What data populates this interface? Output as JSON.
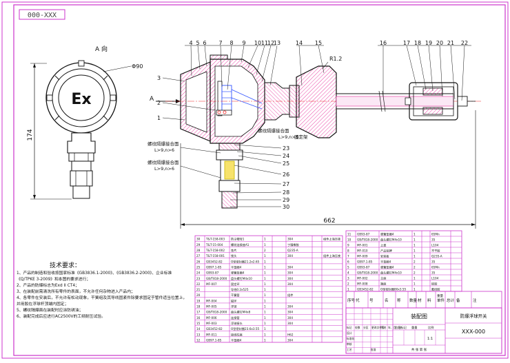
{
  "drawing_no_top": "000-XXX",
  "view_label": "A 向",
  "arrow_label": "A",
  "ex_mark": "Ex",
  "dims": {
    "diameter": "Φ90",
    "height": "174",
    "length": "662",
    "radius": "R1.2"
  },
  "callouts_top": [
    "4",
    "5",
    "6",
    "7",
    "8",
    "9",
    "10",
    "11",
    "12",
    "13",
    "14",
    "15",
    "16",
    "17",
    "18",
    "19",
    "20",
    "21",
    "22"
  ],
  "callouts_left": [
    "3",
    "2",
    "1"
  ],
  "callouts_bottom": [
    "23",
    "24",
    "25",
    "26",
    "27",
    "28",
    "29",
    "30"
  ],
  "notes_pipe": [
    "螺纹隔爆接合面",
    "L>9,n>6"
  ],
  "note_fixed": "固定架",
  "tech_req": {
    "title": "技术要求：",
    "items": [
      "1、产品的制造和验收按国家标准《GB3836.1-2000》、《GB3836.2-2000》、企业标准",
      "   《Q/TPKE 3-2009》和本图的要求进行；",
      "2、产品的防爆标志为Exd II CT4；",
      "3、在装配前需清洗所有零件的表面，不允许任何杂物进入产品内；",
      "4、各零件在安装后，不允许有松动现象，干簧组及其导线固紧件除要求固定于管件适当位置上，",
      "   并用胶在浮球杆顶端内固定；",
      "5、螺纹隔爆面在装配时应涂防锈油；",
      "6、装配完成后应进行AC2500V的工频耐压试验。"
    ]
  },
  "bom_left": [
    [
      "30",
      "T&T-158-003",
      "防尘帽母1",
      "1",
      "",
      "304",
      "",
      "组件上海压夜"
    ],
    [
      "29",
      "T&T-15-004",
      "螺纹连接座A1",
      "1",
      "",
      "丁腈橡胶",
      ""
    ],
    [
      "28",
      "T&T-158-002",
      "垫片",
      "2",
      "",
      "Q235-A",
      ""
    ],
    [
      "27",
      "T&T-158-001",
      "锁头",
      "1",
      "",
      "304",
      "",
      "组件上海压夜"
    ],
    [
      "26",
      "GB3452-82",
      "O型密封圈21.2x2.65",
      "1",
      "",
      "",
      ""
    ],
    [
      "25",
      "GB97.1-85",
      "平垫圈4",
      "1",
      "",
      "304",
      ""
    ],
    [
      "24",
      "GB93-87",
      "弹簧垫圈4",
      "1",
      "",
      "304",
      ""
    ],
    [
      "23",
      "GB/T818-2000",
      "盘头螺钉M4x10",
      "1",
      "",
      "304",
      ""
    ],
    [
      "22",
      "MF-007",
      "固定环",
      "1",
      "",
      "304",
      ""
    ],
    [
      "21",
      "",
      "导线0.2x525",
      "1",
      "",
      "",
      ""
    ],
    [
      "20",
      "",
      "干簧管",
      "1",
      "",
      "组件",
      ""
    ],
    [
      "19",
      "MF-004",
      "磁环",
      "1",
      "",
      "",
      ""
    ],
    [
      "18",
      "MF-005",
      "浮球",
      "1",
      "",
      "304",
      ""
    ],
    [
      "17",
      "GB/T818-2000",
      "盘头螺钉M4x8",
      "1",
      "",
      "304",
      ""
    ],
    [
      "16",
      "MF-006",
      "连接管",
      "1",
      "",
      "304",
      ""
    ],
    [
      "15",
      "MF-003",
      "浮球接头",
      "1",
      "",
      "304",
      ""
    ],
    [
      "14",
      "GB3452-82",
      "O型密封圈23.6x3.55",
      "1",
      "",
      "",
      ""
    ],
    [
      "13",
      "MF-011",
      "接线柱座",
      "1",
      "",
      "H62",
      ""
    ],
    [
      "12",
      "GB97.1-85",
      "平垫圈4",
      "1",
      "",
      "304",
      ""
    ]
  ],
  "bom_right": [
    [
      "11",
      "GB93-87",
      "弹簧垫圈4",
      "1",
      "",
      "65Mn",
      ""
    ],
    [
      "10",
      "GB/T818-2000",
      "盘头螺钉M4x10",
      "1",
      "",
      "35",
      ""
    ],
    [
      "9",
      "MF-001",
      "上盖",
      "1",
      "",
      "L104",
      ""
    ],
    [
      "8",
      "MF-010",
      "产品铭牌",
      "1",
      "",
      "不干胶",
      ""
    ],
    [
      "7",
      "MF-009",
      "安装板",
      "1",
      "",
      "Q235-A",
      ""
    ],
    [
      "6",
      "GB97.1-85",
      "平垫圈4",
      "2",
      "",
      "35",
      ""
    ],
    [
      "5",
      "GB93-87",
      "弹簧垫圈4",
      "2",
      "",
      "65Mn",
      ""
    ],
    [
      "4",
      "GB/T818-2000",
      "盘头螺钉M4x10",
      "2",
      "",
      "35",
      ""
    ],
    [
      "3",
      "MF-002",
      "主座",
      "1",
      "",
      "L104",
      ""
    ],
    [
      "2",
      "MF-008",
      "端座",
      "1",
      "",
      "硅胶",
      ""
    ],
    [
      "1",
      "GB3452-82",
      "O型密封圈80x3.55",
      "1",
      "",
      "氟硅胶",
      ""
    ]
  ],
  "bom_header": [
    "序号",
    "代",
    "号",
    "名",
    "称",
    "数量",
    "材",
    "料",
    "单件",
    "总计",
    "备",
    "注"
  ],
  "bom_header_sub": "重量",
  "title_block": {
    "drawing_title": "装配图",
    "product_name": "防爆浮球开关",
    "drawing_no": "XXX-000",
    "scale": "1:1",
    "sheet": "共 张 第 张",
    "roles": [
      "标记",
      "处数",
      "分区",
      "更改文件号",
      "签名",
      "年、月、日",
      "设计",
      "标准化",
      "审核",
      "工艺",
      "批准"
    ],
    "stage_labels": [
      "阶段标记",
      "重量",
      "比例"
    ]
  },
  "colors": {
    "frame": "#cc33cc",
    "line": "#111111",
    "blue": "#3355ff",
    "hatch": "#e8309c",
    "red": "#ee2222",
    "yellow": "#c8b400"
  }
}
